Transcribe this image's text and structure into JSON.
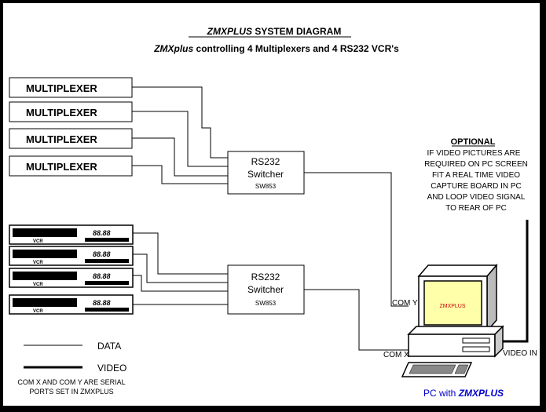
{
  "title_italic": "ZMXPLUS",
  "title_rest": "SYSTEM DIAGRAM",
  "subtitle_italic": "ZMXplus",
  "subtitle_rest": "controlling 4 Multiplexers and 4 RS232 VCR's",
  "multiplexers": [
    "MULTIPLEXER",
    "MULTIPLEXER",
    "MULTIPLEXER",
    "MULTIPLEXER"
  ],
  "vcrs": [
    {
      "label": "VCR",
      "display": "88.88"
    },
    {
      "label": "VCR",
      "display": "88.88"
    },
    {
      "label": "VCR",
      "display": "88.88"
    },
    {
      "label": "VCR",
      "display": "88.88"
    }
  ],
  "switchers": [
    {
      "line1": "RS232",
      "line2": "Switcher",
      "model": "SW853"
    },
    {
      "line1": "RS232",
      "line2": "Switcher",
      "model": "SW853"
    }
  ],
  "optional": {
    "heading": "OPTIONAL",
    "lines": [
      "IF VIDEO PICTURES ARE",
      "REQUIRED ON PC SCREEN",
      "FIT A REAL TIME VIDEO",
      "CAPTURE BOARD IN PC",
      "AND LOOP VIDEO SIGNAL",
      "TO REAR OF PC"
    ]
  },
  "ports": {
    "com_y": "COM Y",
    "com_x": "COM X",
    "video_in": "VIDEO IN"
  },
  "screen_text": "ZMXPLUS",
  "legend": {
    "data": "DATA",
    "video": "VIDEO",
    "note_lines": [
      "COM X AND COM Y ARE SERIAL",
      "PORTS SET IN ZMXPLUS"
    ]
  },
  "pc_caption": {
    "prefix": "PC with",
    "brand": "ZMXPLUS"
  },
  "colors": {
    "screen_text": "#cc0000",
    "caption": "#0000cc",
    "screen": "#ffffaa"
  }
}
